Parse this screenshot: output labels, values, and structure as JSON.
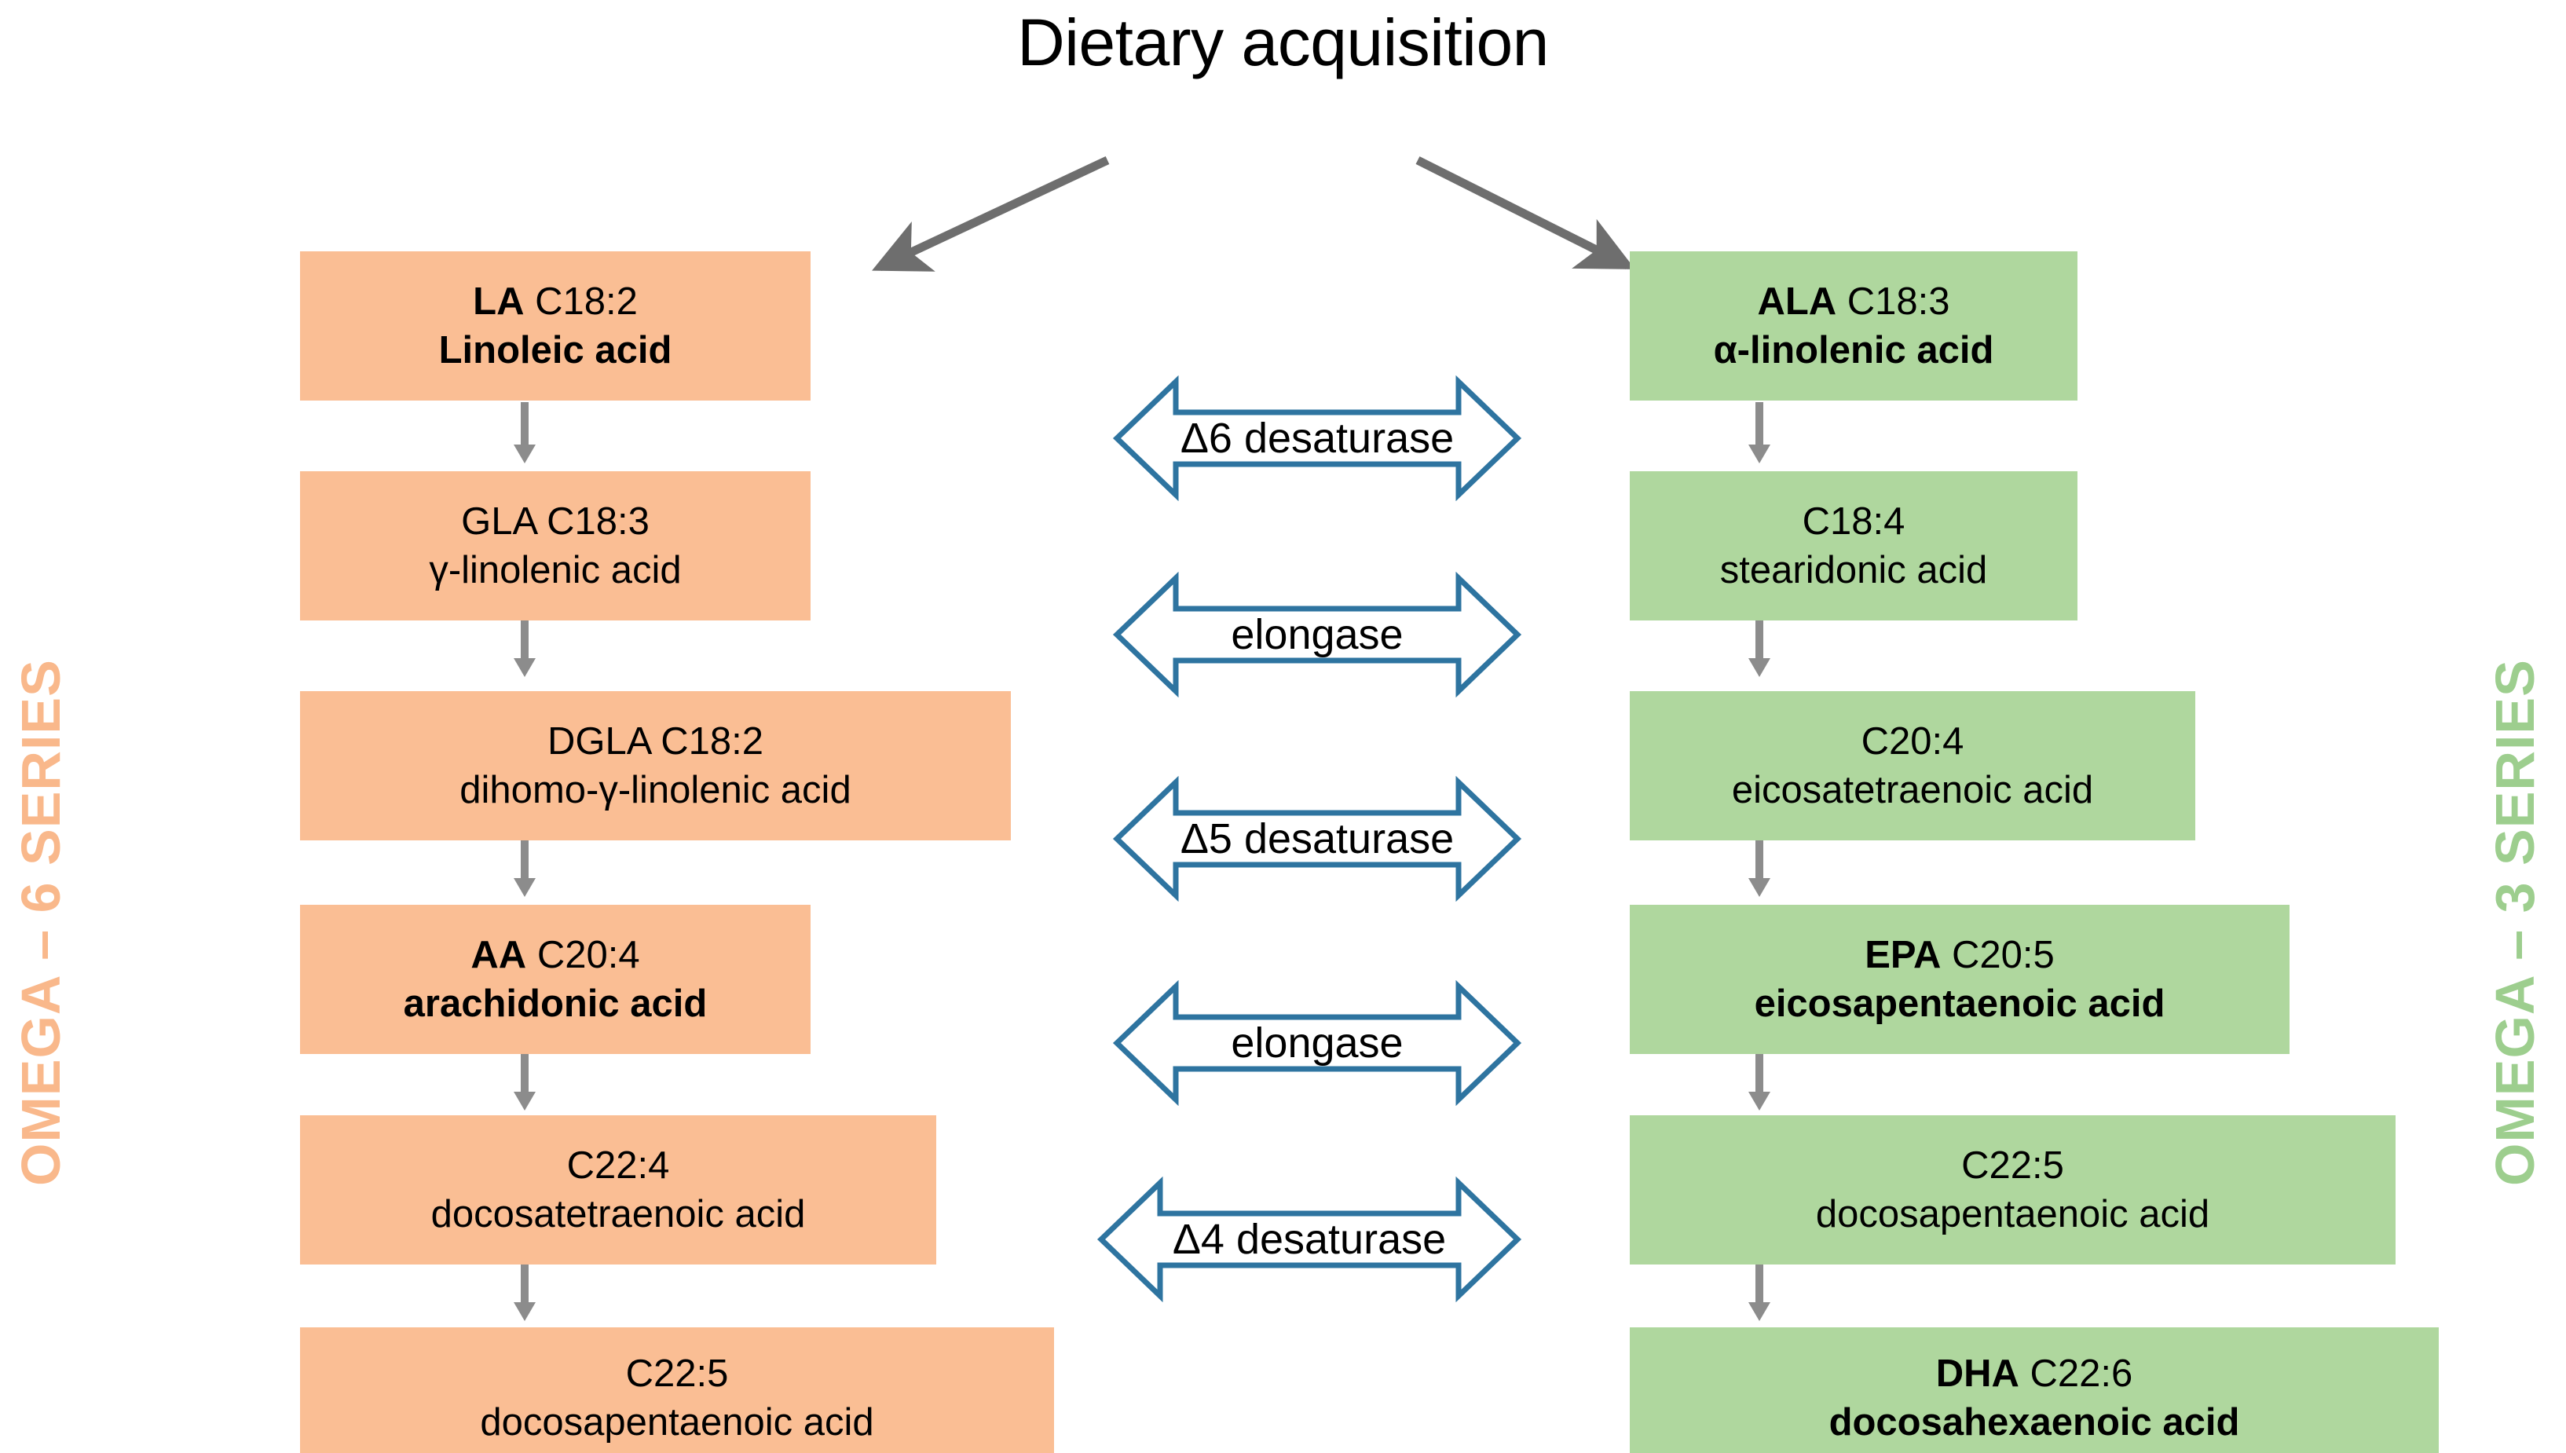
{
  "title": "Dietary acquisition",
  "colors": {
    "omega6_fill": "#FABE94",
    "omega3_fill": "#AFD79E",
    "omega6_label": "#F9B88B",
    "omega3_label": "#9DCE8E",
    "enzyme_stroke": "#2E74A0",
    "arrow_gray": "#8C8C8C",
    "text": "#000000",
    "background": "#FFFFFF"
  },
  "side_labels": {
    "left": "OMEGA – 6 SERIES",
    "right": "OMEGA – 3 SERIES"
  },
  "omega6_pathway": [
    {
      "abbr": "LA",
      "code": "C18:2",
      "name": "Linoleic acid",
      "bold": true
    },
    {
      "abbr": "GLA",
      "code": "C18:3",
      "name": "γ-linolenic acid",
      "bold": false
    },
    {
      "abbr": "DGLA",
      "code": "C18:2",
      "name": "dihomo-γ-linolenic acid",
      "bold": false
    },
    {
      "abbr": "AA",
      "code": "C20:4",
      "name": "arachidonic acid",
      "bold": true
    },
    {
      "abbr": "",
      "code": "C22:4",
      "name": "docosatetraenoic acid",
      "bold": false
    },
    {
      "abbr": "",
      "code": "C22:5",
      "name": "docosapentaenoic acid",
      "bold": false
    }
  ],
  "omega3_pathway": [
    {
      "abbr": "ALA",
      "code": "C18:3",
      "name": "α-linolenic acid",
      "bold": true
    },
    {
      "abbr": "",
      "code": "C18:4",
      "name": "stearidonic acid",
      "bold": false
    },
    {
      "abbr": "",
      "code": "C20:4",
      "name": "eicosatetraenoic acid",
      "bold": false
    },
    {
      "abbr": "EPA",
      "code": "C20:5",
      "name": "eicosapentaenoic acid",
      "bold": true
    },
    {
      "abbr": "",
      "code": "C22:5",
      "name": "docosapentaenoic acid",
      "bold": false
    },
    {
      "abbr": "DHA",
      "code": "C22:6",
      "name": "docosahexaenoic acid",
      "bold": true
    }
  ],
  "enzymes": [
    {
      "label": "Δ6 desaturase"
    },
    {
      "label": "elongase"
    },
    {
      "label": "Δ5 desaturase"
    },
    {
      "label": "elongase"
    },
    {
      "label": "Δ4 desaturase"
    }
  ]
}
